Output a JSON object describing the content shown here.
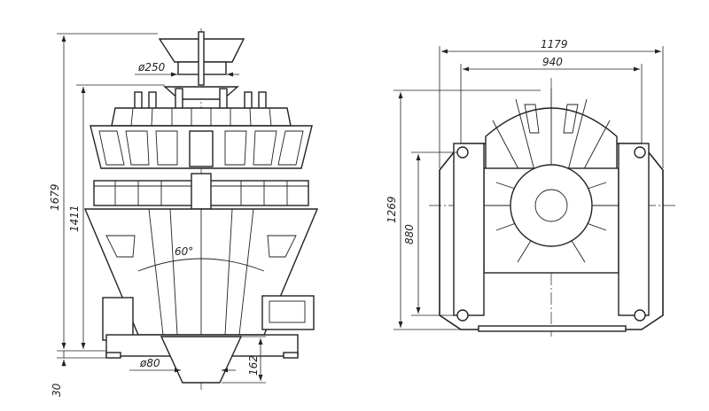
{
  "front_view": {
    "dim_overall_height": "1679",
    "dim_body_height": "1411",
    "dim_base": "30",
    "dim_top_diameter": "ø250",
    "dim_outlet_diameter": "ø80",
    "dim_outlet_height": "162",
    "angle_label": "60°"
  },
  "top_view": {
    "dim_overall_width": "1179",
    "dim_inner_width": "940",
    "dim_overall_depth": "1269",
    "dim_inner_depth": "880"
  }
}
